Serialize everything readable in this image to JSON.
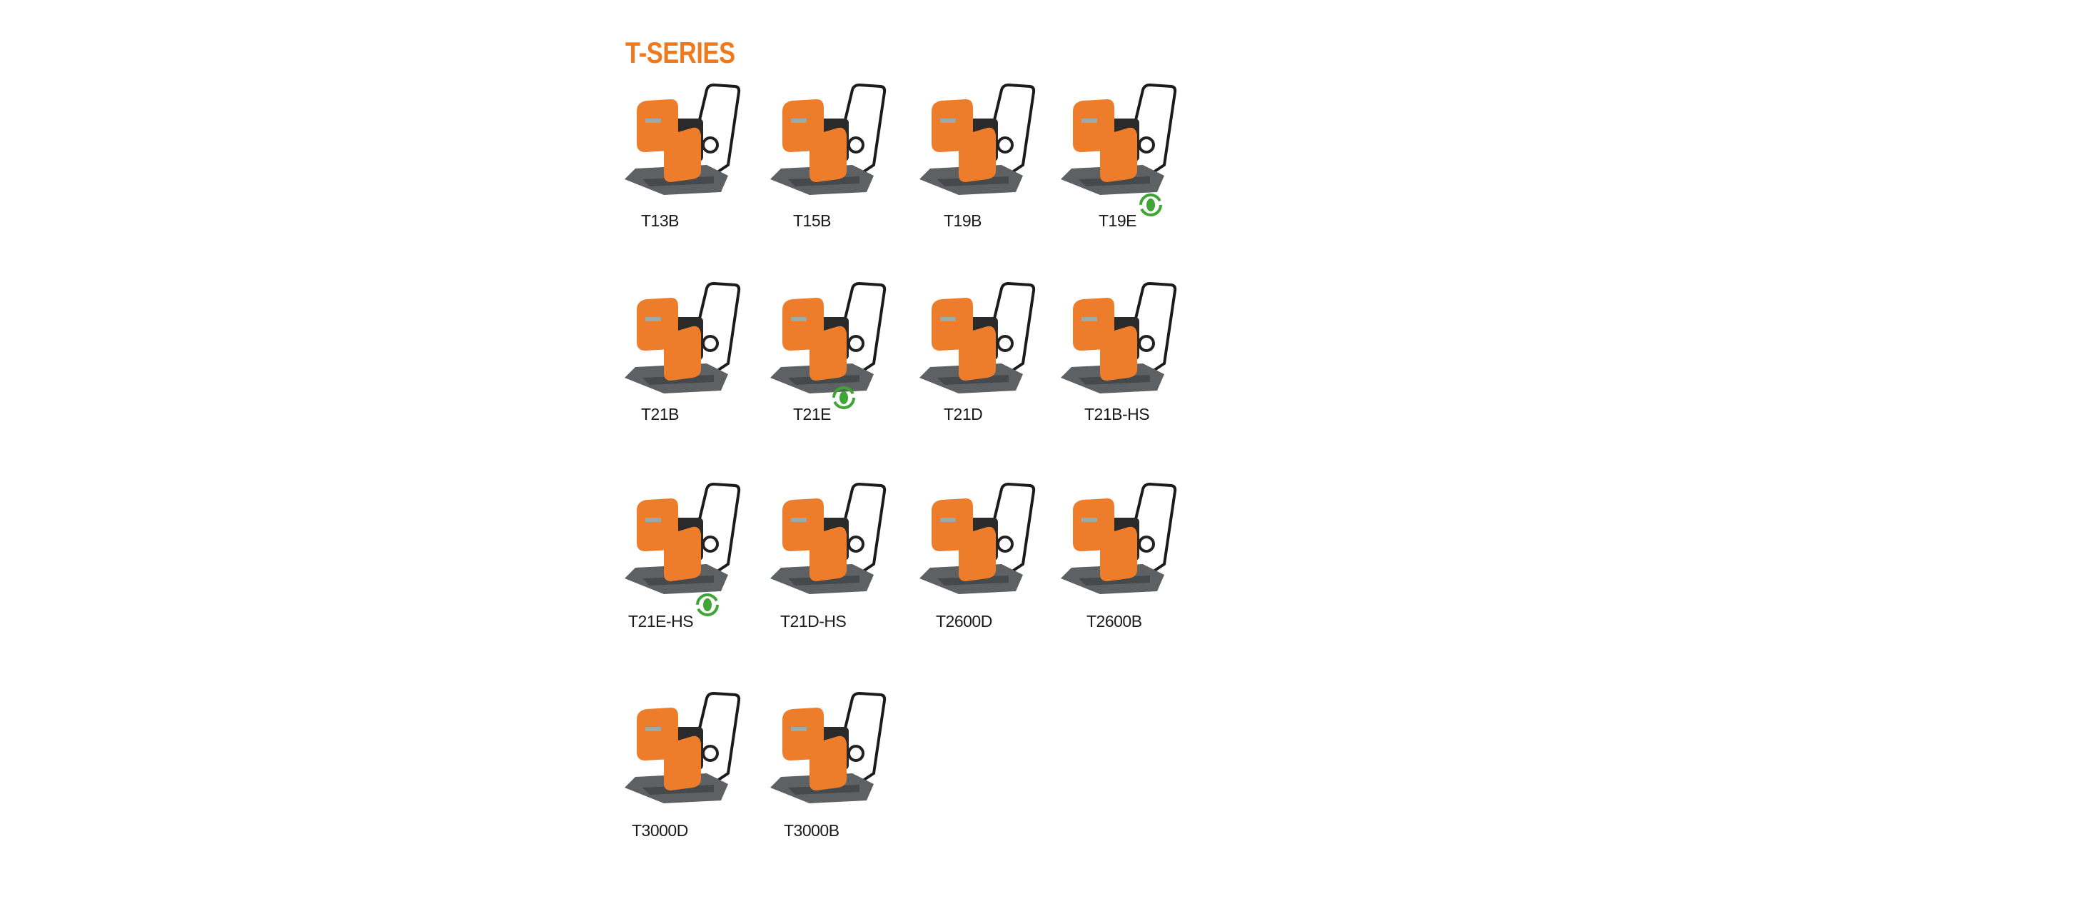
{
  "title": "T-SERIES",
  "colors": {
    "accent": "#ef7a1e",
    "machine_orange": "#ee7d2b",
    "eco_green": "#3fa535"
  },
  "products": [
    {
      "name": "T13B",
      "eco": false
    },
    {
      "name": "T15B",
      "eco": false
    },
    {
      "name": "T19B",
      "eco": false
    },
    {
      "name": "T19E",
      "eco": true
    },
    {
      "name": "T21B",
      "eco": false
    },
    {
      "name": "T21E",
      "eco": true
    },
    {
      "name": "T21D",
      "eco": false
    },
    {
      "name": "T21B-HS",
      "eco": false
    },
    {
      "name": "T21E-HS",
      "eco": true
    },
    {
      "name": "T21D-HS",
      "eco": false
    },
    {
      "name": "T2600D",
      "eco": false
    },
    {
      "name": "T2600B",
      "eco": false
    },
    {
      "name": "T3000D",
      "eco": false
    },
    {
      "name": "T3000B",
      "eco": false
    }
  ]
}
